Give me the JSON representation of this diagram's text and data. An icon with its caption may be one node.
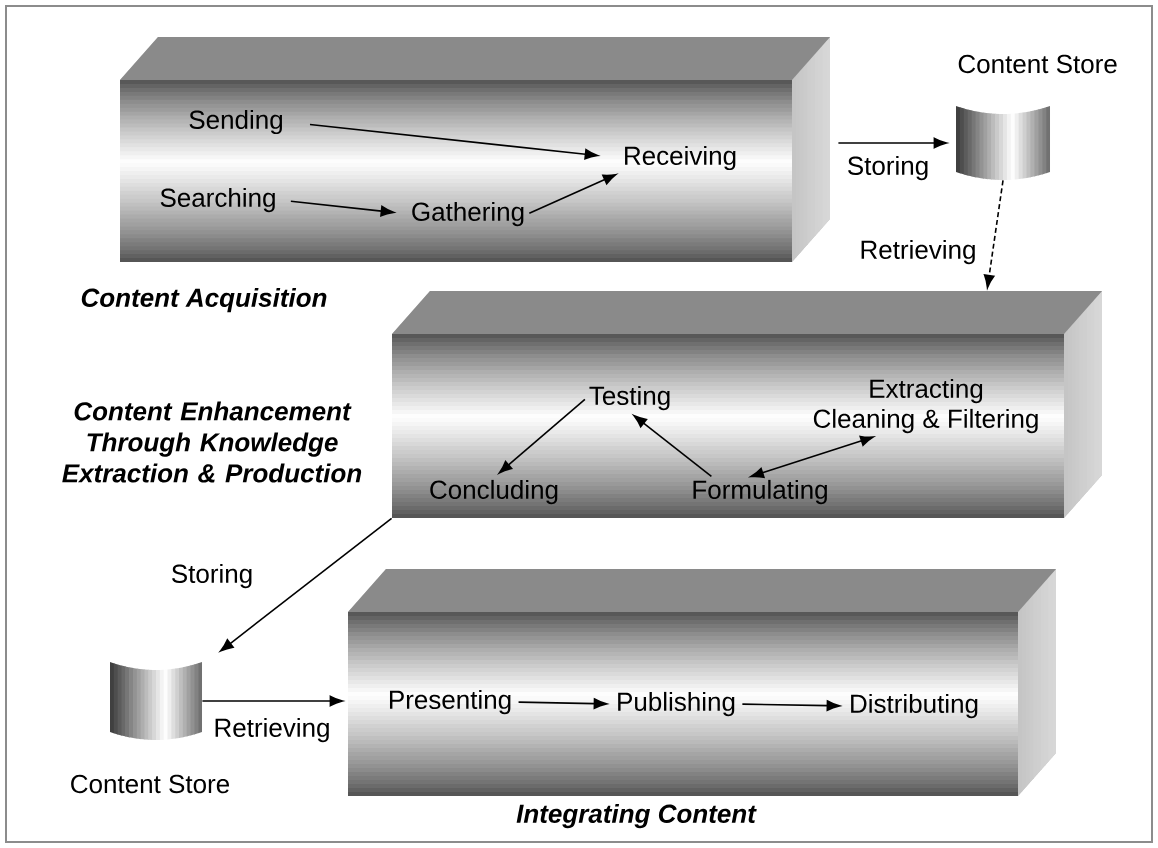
{
  "diagram": {
    "nodes": [
      {
        "text": [
          "Content Acquisition"
        ]
      },
      {
        "text": [
          "Sending"
        ],
        "in": 0
      },
      {
        "text": [
          "Searching"
        ],
        "in": 0
      },
      {
        "text": [
          "Gathering"
        ],
        "in": 0
      },
      {
        "text": [
          "Receiving"
        ],
        "in": 0
      },
      {
        "text": [
          "Content Store"
        ]
      },
      {
        "text": [
          "Content Enhancement Through Knowledge Extraction & Production"
        ]
      },
      {
        "text": [
          "Testing"
        ],
        "in": 6
      },
      {
        "text": [
          "Extracting",
          "Cleaning & Filtering"
        ],
        "in": 6
      },
      {
        "text": [
          "Concluding"
        ],
        "in": 6
      },
      {
        "text": [
          "Formulating"
        ],
        "in": 6
      },
      {
        "text": [
          "Content Store"
        ]
      },
      {
        "text": [
          "Integrating Content"
        ]
      },
      {
        "text": [
          "Presenting"
        ],
        "in": 12
      },
      {
        "text": [
          "Publishing"
        ],
        "in": 12
      },
      {
        "text": [
          "Distributing"
        ],
        "in": 12
      }
    ],
    "edges": [
      {
        "from": 1,
        "to": 4,
        "arrow": "to"
      },
      {
        "from": 2,
        "to": 3,
        "arrow": "to"
      },
      {
        "from": 3,
        "to": 4,
        "arrow": "to"
      },
      {
        "from": 0,
        "to": 5,
        "arrow": "to",
        "label": "Storing"
      },
      {
        "from": 5,
        "to": 6,
        "arrow": "to",
        "label": "Retrieving",
        "style": "dashed"
      },
      {
        "from": 7,
        "to": 9,
        "arrow": "to"
      },
      {
        "from": 10,
        "to": 7,
        "arrow": "to"
      },
      {
        "from": 10,
        "to": 8,
        "arrow": "both"
      },
      {
        "from": 6,
        "to": 11,
        "arrow": "to",
        "label": "Storing"
      },
      {
        "from": 11,
        "to": 12,
        "arrow": "to",
        "label": "Retrieving"
      },
      {
        "from": 13,
        "to": 14,
        "arrow": "to"
      },
      {
        "from": 14,
        "to": 15,
        "arrow": "to"
      }
    ]
  }
}
